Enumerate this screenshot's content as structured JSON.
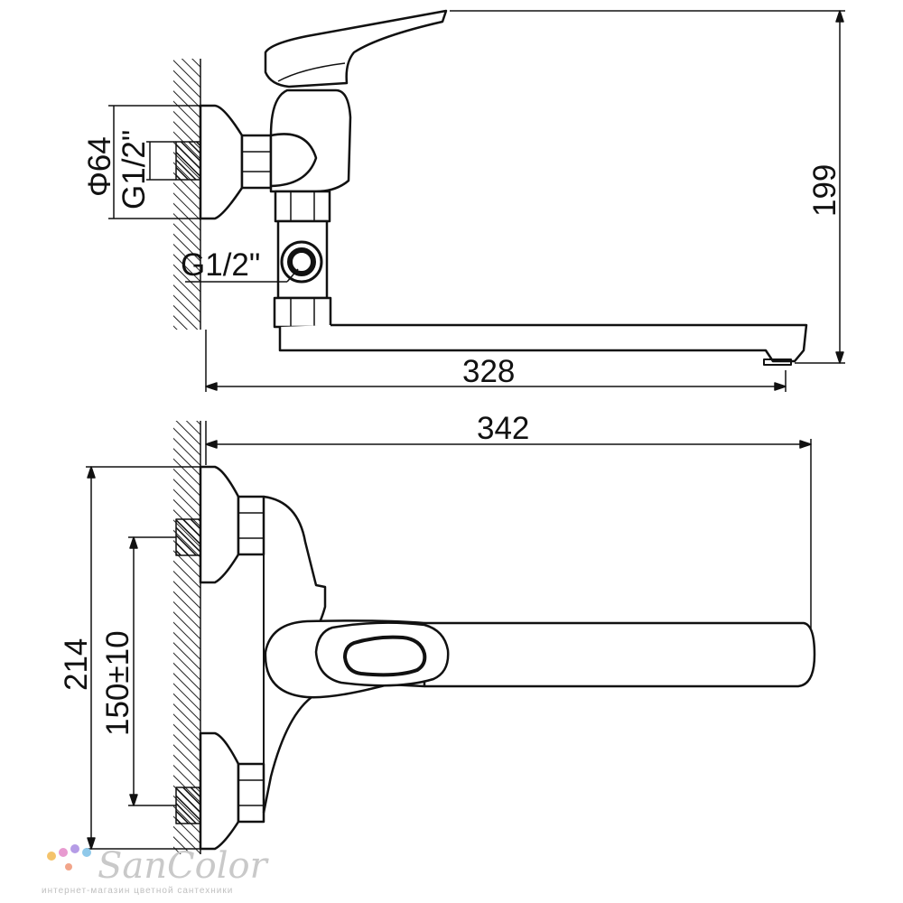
{
  "dimensions": {
    "flange_diameter": "Φ64",
    "connection_thread": "G1/2\"",
    "side_thread": "G1/2\"",
    "height": "199",
    "spout_reach": "328",
    "overall_length": "342",
    "overall_height": "214",
    "inlet_spacing": "150±10"
  },
  "watermark": {
    "brand": "SanColor",
    "subtitle": "интернет-магазин цветной сантехники",
    "dot_colors": [
      "#f4c36b",
      "#e89ad0",
      "#b59ce6",
      "#8fc9ea",
      "#f2a58a"
    ]
  }
}
